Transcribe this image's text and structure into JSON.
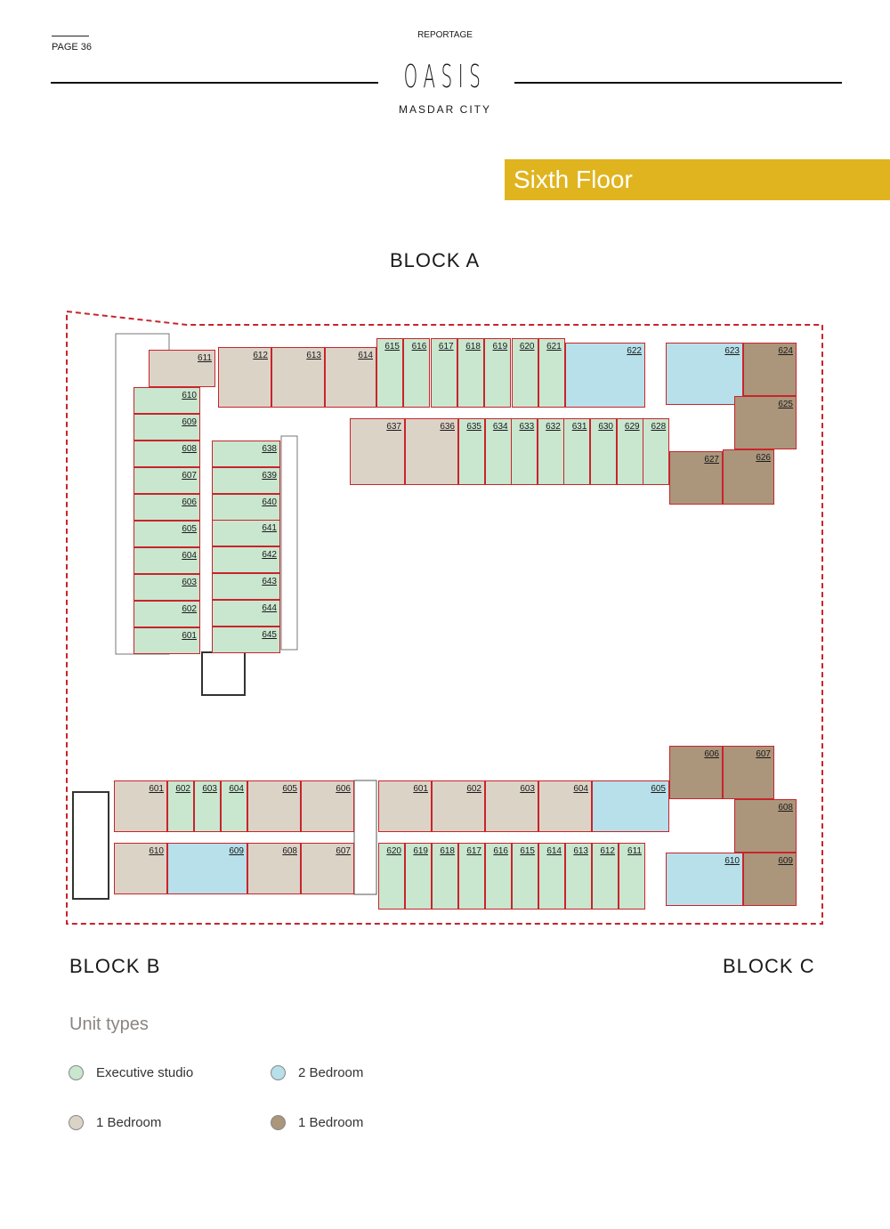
{
  "header": {
    "page": "PAGE 36",
    "section": "REPORTAGE",
    "logo": "OASIS",
    "logo_sub": "MASDAR CITY"
  },
  "floor_title": "Sixth Floor",
  "blocks": {
    "a": "BLOCK A",
    "b": "BLOCK B",
    "c": "BLOCK C"
  },
  "colors": {
    "studio": "#c9e6cf",
    "bed2": "#b7e0ea",
    "bed1": "#dcd3c7",
    "bed1b": "#ab967c",
    "boundary": "#c8242b",
    "banner": "#e0b41f"
  },
  "units": [
    {
      "label": "611",
      "type": "bed1"
    },
    {
      "label": "612",
      "type": "bed1"
    },
    {
      "label": "613",
      "type": "bed1"
    },
    {
      "label": "614",
      "type": "bed1"
    },
    {
      "label": "615",
      "type": "studio"
    },
    {
      "label": "616",
      "type": "studio"
    },
    {
      "label": "617",
      "type": "studio"
    },
    {
      "label": "618",
      "type": "studio"
    },
    {
      "label": "619",
      "type": "studio"
    },
    {
      "label": "620",
      "type": "studio"
    },
    {
      "label": "621",
      "type": "studio"
    },
    {
      "label": "622",
      "type": "bed2"
    },
    {
      "label": "623",
      "type": "bed2"
    },
    {
      "label": "624",
      "type": "bed1b"
    },
    {
      "label": "625",
      "type": "bed1b"
    },
    {
      "label": "626",
      "type": "bed1b"
    },
    {
      "label": "627",
      "type": "bed1b"
    },
    {
      "label": "637",
      "type": "bed1"
    },
    {
      "label": "636",
      "type": "bed1"
    },
    {
      "label": "635",
      "type": "studio"
    },
    {
      "label": "634",
      "type": "studio"
    },
    {
      "label": "633",
      "type": "studio"
    },
    {
      "label": "632",
      "type": "studio"
    },
    {
      "label": "631",
      "type": "studio"
    },
    {
      "label": "630",
      "type": "studio"
    },
    {
      "label": "629",
      "type": "studio"
    },
    {
      "label": "628",
      "type": "studio"
    },
    {
      "label": "610",
      "type": "studio"
    },
    {
      "label": "609",
      "type": "studio"
    },
    {
      "label": "608",
      "type": "studio"
    },
    {
      "label": "607",
      "type": "studio"
    },
    {
      "label": "606",
      "type": "studio"
    },
    {
      "label": "605",
      "type": "studio"
    },
    {
      "label": "604",
      "type": "studio"
    },
    {
      "label": "603",
      "type": "studio"
    },
    {
      "label": "602",
      "type": "studio"
    },
    {
      "label": "601",
      "type": "studio"
    },
    {
      "label": "638",
      "type": "studio"
    },
    {
      "label": "639",
      "type": "studio"
    },
    {
      "label": "640",
      "type": "studio"
    },
    {
      "label": "641",
      "type": "studio"
    },
    {
      "label": "642",
      "type": "studio"
    },
    {
      "label": "643",
      "type": "studio"
    },
    {
      "label": "644",
      "type": "studio"
    },
    {
      "label": "645",
      "type": "studio"
    },
    {
      "label": "601",
      "type": "bed1"
    },
    {
      "label": "602",
      "type": "studio"
    },
    {
      "label": "603",
      "type": "studio"
    },
    {
      "label": "604",
      "type": "studio"
    },
    {
      "label": "605",
      "type": "bed1"
    },
    {
      "label": "606",
      "type": "bed1"
    },
    {
      "label": "610",
      "type": "bed1"
    },
    {
      "label": "609",
      "type": "bed2"
    },
    {
      "label": "608",
      "type": "bed1"
    },
    {
      "label": "607",
      "type": "bed1"
    },
    {
      "label": "601",
      "type": "bed1"
    },
    {
      "label": "602",
      "type": "bed1"
    },
    {
      "label": "603",
      "type": "bed1"
    },
    {
      "label": "604",
      "type": "bed1"
    },
    {
      "label": "605",
      "type": "bed2"
    },
    {
      "label": "620",
      "type": "studio"
    },
    {
      "label": "619",
      "type": "studio"
    },
    {
      "label": "618",
      "type": "studio"
    },
    {
      "label": "617",
      "type": "studio"
    },
    {
      "label": "616",
      "type": "studio"
    },
    {
      "label": "615",
      "type": "studio"
    },
    {
      "label": "614",
      "type": "studio"
    },
    {
      "label": "613",
      "type": "studio"
    },
    {
      "label": "612",
      "type": "studio"
    },
    {
      "label": "611",
      "type": "studio"
    },
    {
      "label": "610",
      "type": "bed2"
    },
    {
      "label": "609",
      "type": "bed1b"
    },
    {
      "label": "608",
      "type": "bed1b"
    },
    {
      "label": "607",
      "type": "bed1b"
    },
    {
      "label": "606",
      "type": "bed1b"
    }
  ],
  "legend": {
    "title": "Unit types",
    "items": [
      {
        "label": "Executive studio",
        "type": "studio"
      },
      {
        "label": "2 Bedroom",
        "type": "bed2"
      },
      {
        "label": "1 Bedroom",
        "type": "bed1"
      },
      {
        "label": "1 Bedroom",
        "type": "bed1b"
      }
    ]
  }
}
